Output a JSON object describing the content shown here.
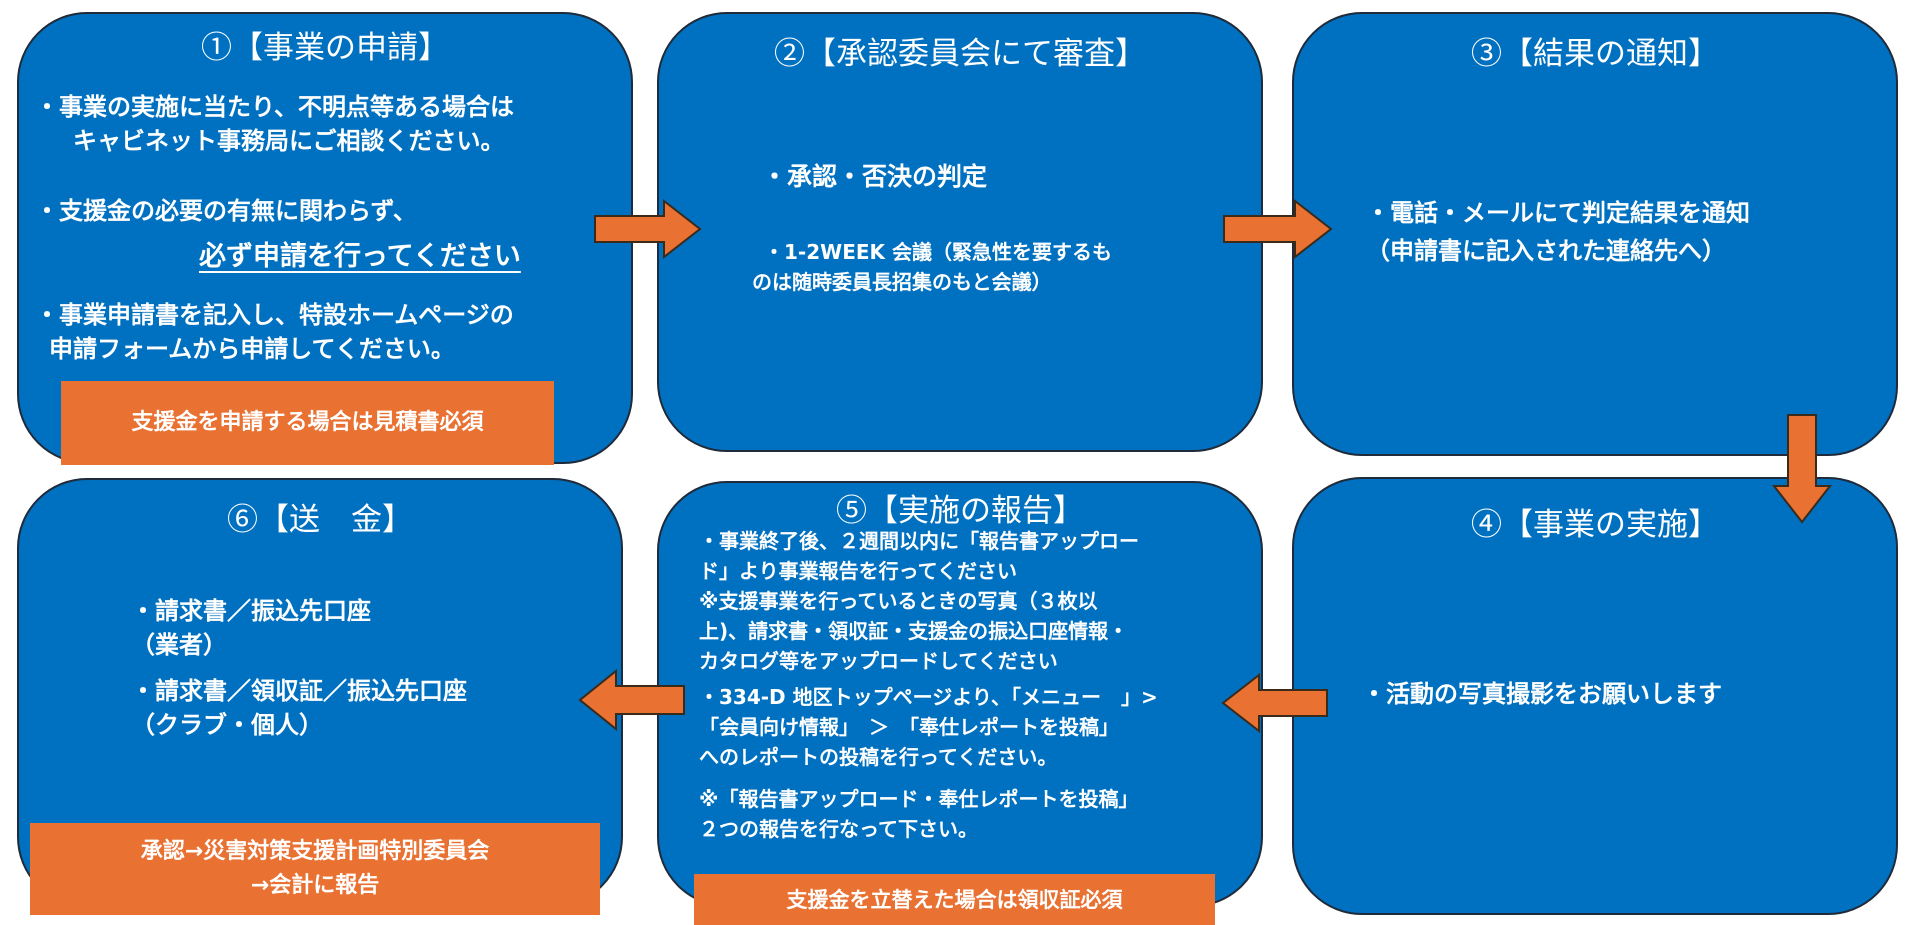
{
  "colors": {
    "box": "#0070c0",
    "accent": "#e97132",
    "arrow_stroke": "#3a2a1a"
  },
  "steps": [
    {
      "title": "①【事業の申請】",
      "lines": [
        "・事業の実施に当たり、不明点等ある場合は",
        "キャビネット事務局にご相談ください。",
        "・支援金の必要の有無に関わらず、",
        "必ず申請を行ってください",
        "・事業申請書を記入し、特設ホームページの",
        "申請フォームから申請してください。"
      ],
      "note": "支援金を申請する場合は見積書必須"
    },
    {
      "title": "②【承認委員会にて審査】",
      "lines": [
        "・承認・否決の判定",
        "・1-2WEEK 会議（緊急性を要するも",
        "のは随時委員長招集のもと会議）"
      ]
    },
    {
      "title": "③【結果の通知】",
      "lines": [
        "・電話・メールにて判定結果を通知",
        "（申請書に記入された連絡先へ）"
      ]
    },
    {
      "title": "④【事業の実施】",
      "lines": [
        "・活動の写真撮影をお願いします"
      ]
    },
    {
      "title": "⑤【実施の報告】",
      "lines": [
        "・事業終了後、２週間以内に「報告書アップロー",
        "ド」より事業報告を行ってください",
        "※支援事業を行っているときの写真（３枚以",
        "上)、請求書・領収証・支援金の振込口座情報・",
        "カタログ等をアップロードしてください",
        "・334-D 地区トップページより、「メニュー　」>",
        "「会員向け情報」　＞　「奉仕レポートを投稿」",
        "へのレポートの投稿を行ってください。",
        "※「報告書アップロード・奉仕レポートを投稿」",
        "２つの報告を行なって下さい。"
      ],
      "note": "支援金を立替えた場合は領収証必須"
    },
    {
      "title": "⑥【送　金】",
      "lines": [
        "・請求書／振込先口座",
        "（業者）",
        "・請求書／領収証／振込先口座",
        "（クラブ・個人）"
      ],
      "note_lines": [
        "承認→災害対策支援計画特別委員会",
        "→会計に報告"
      ]
    }
  ]
}
